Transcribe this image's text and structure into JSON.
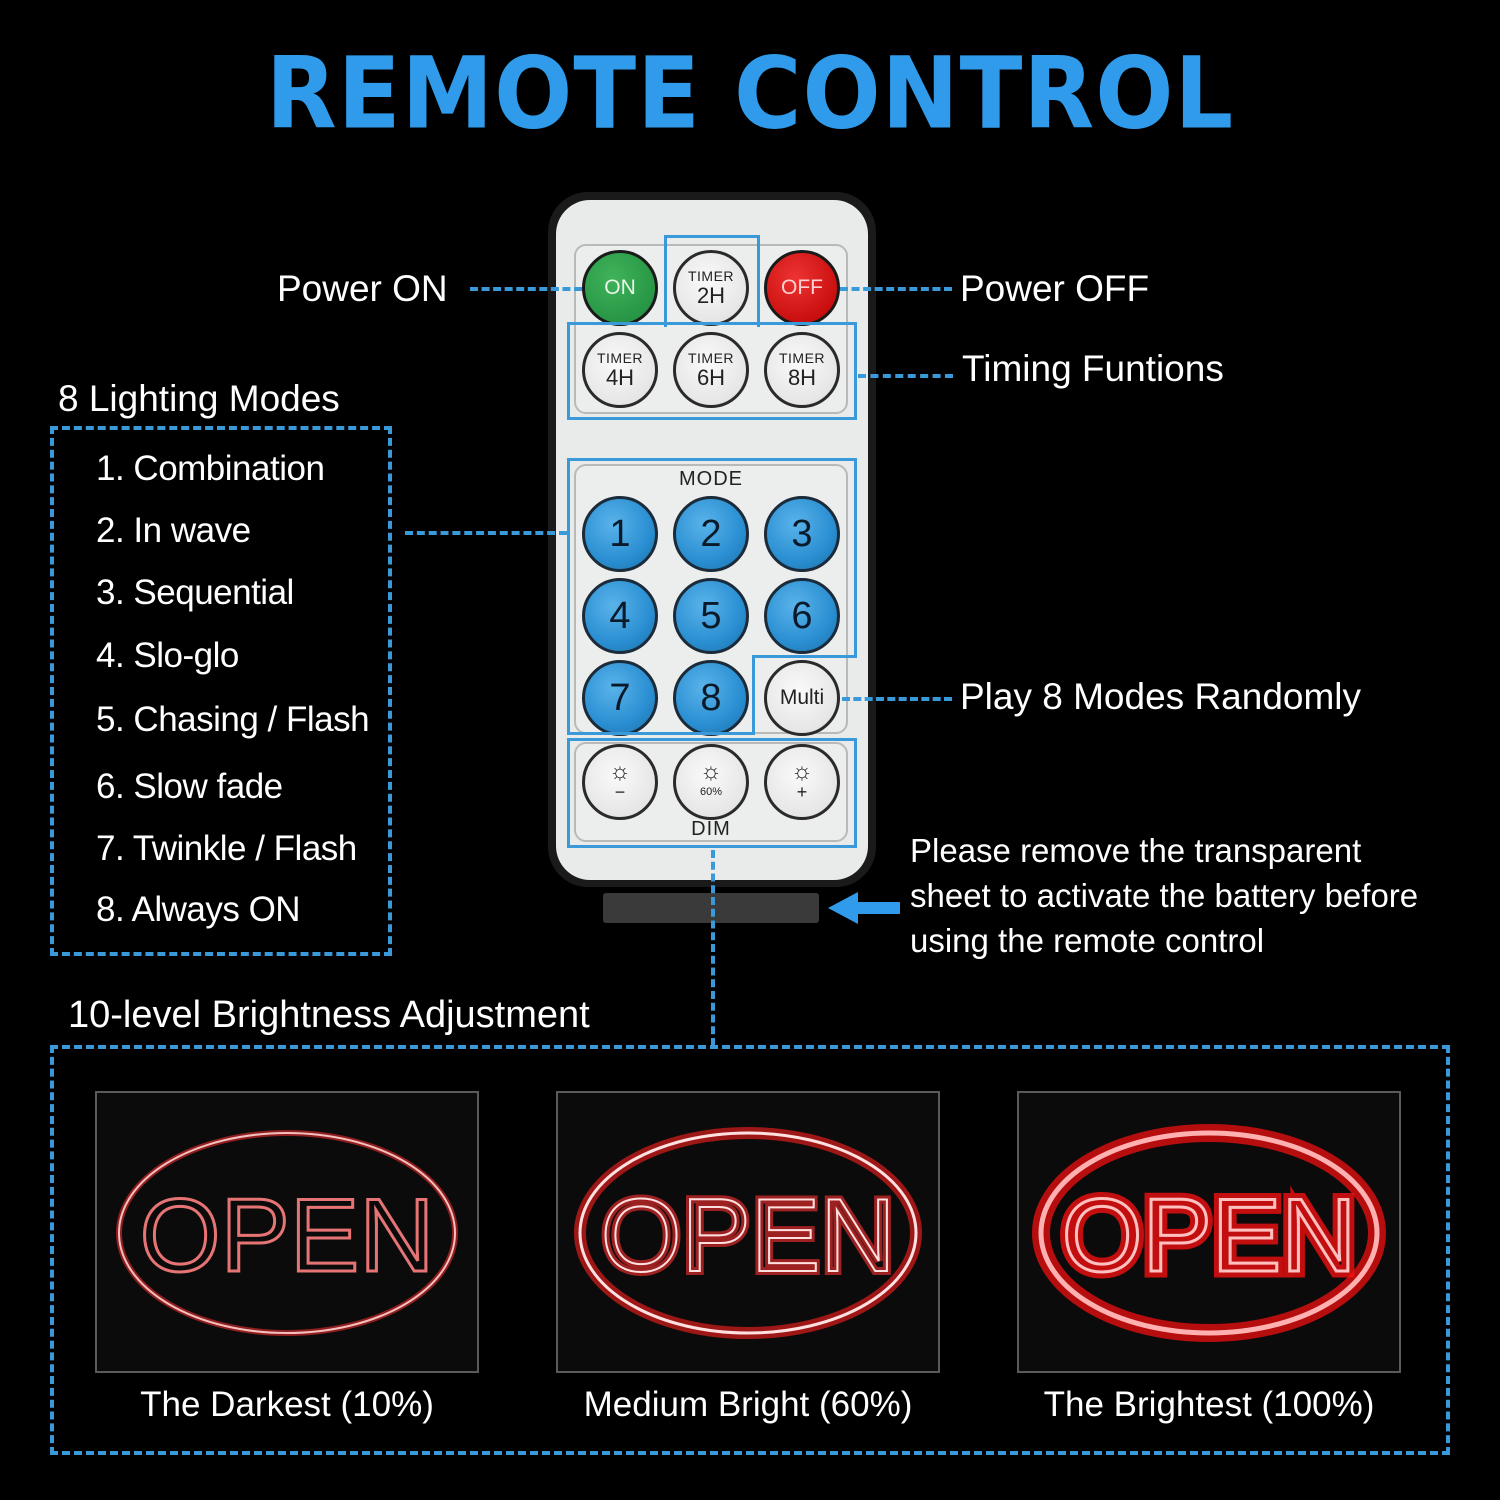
{
  "title": "REMOTE CONTROL",
  "callouts": {
    "power_on": "Power ON",
    "power_off": "Power OFF",
    "timing": "Timing Funtions",
    "multi": "Play 8 Modes Randomly",
    "battery_note_line1": "Please remove the transparent",
    "battery_note_line2": "sheet to activate the battery before",
    "battery_note_line3": "using the remote control"
  },
  "lighting_modes": {
    "heading": "8 Lighting Modes",
    "items": [
      "1. Combination",
      "2. In wave",
      "3. Sequential",
      "4. Slo-glo",
      "5. Chasing / Flash",
      "6. Slow fade",
      "7. Twinkle / Flash",
      "8. Always ON"
    ]
  },
  "remote": {
    "on": "ON",
    "off": "OFF",
    "timer_word": "TIMER",
    "timers": [
      "2H",
      "4H",
      "6H",
      "8H"
    ],
    "mode_label": "MODE",
    "modes": [
      "1",
      "2",
      "3",
      "4",
      "5",
      "6",
      "7",
      "8"
    ],
    "multi": "Multi",
    "dim_label": "DIM",
    "dim_minus": "−",
    "dim_mid": "60%",
    "dim_plus": "+",
    "sun_glyph": "☼"
  },
  "brightness": {
    "heading": "10-level Brightness Adjustment",
    "sign_text": "OPEN",
    "levels": [
      {
        "caption": "The Darkest (10%)",
        "value": 0.1
      },
      {
        "caption": "Medium Bright (60%)",
        "value": 0.6
      },
      {
        "caption": "The Brightest (100%)",
        "value": 1.0
      }
    ]
  },
  "colors": {
    "accent": "#2f9bea",
    "neon": "#ff3030",
    "background": "#000000"
  }
}
